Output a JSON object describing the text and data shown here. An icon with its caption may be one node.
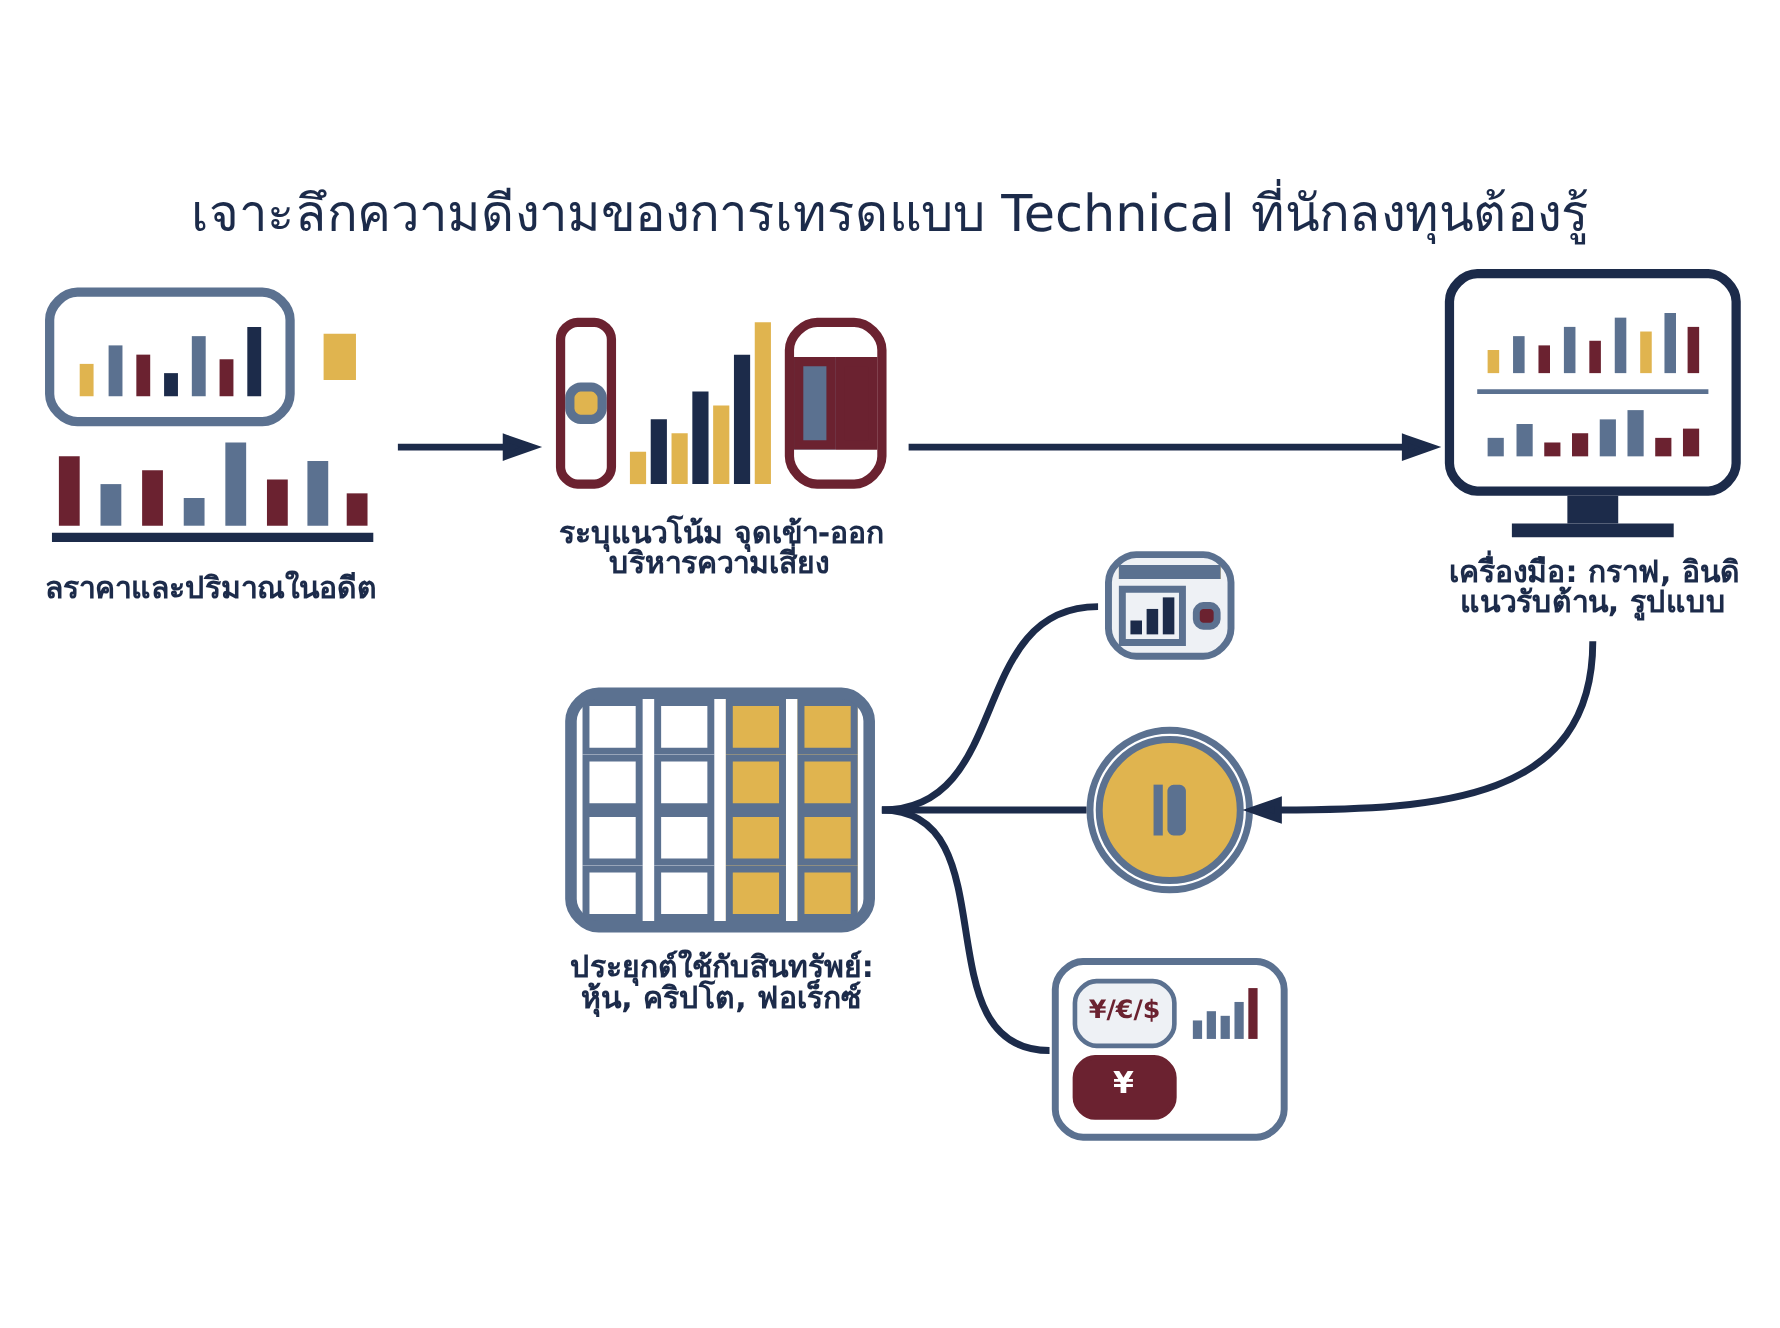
{
  "diagram": {
    "title": "เจาะลึกความดีงามของการเทรดแบบ Technical ที่นักลงทุนต้องรู้",
    "nodes": [
      {
        "text": [],
        "shape": "picture",
        "beside": [
          "ลราคาและปริมาณในอดีต"
        ]
      },
      {
        "text": [],
        "shape": "picture",
        "beside": [
          "ระบุแนวโน้ม จุดเข้า-ออก บริหารความเสี่ยง"
        ]
      },
      {
        "text": [],
        "shape": "picture",
        "beside": [
          "เครื่องมือ: กราฟ, อินดิ แนวรับต้าน, รูปแบบ"
        ]
      },
      {
        "text": [],
        "shape": "picture",
        "beside": [
          "ประยุกต์ใช้กับสินทรัพย์: หุ้น, คริปโต, ฟอเร็กซ์"
        ]
      },
      {
        "text": [],
        "shape": "picture"
      },
      {
        "text": [],
        "shape": "picture"
      },
      {
        "text": [
          "¥/€/$",
          "¥"
        ]
      }
    ],
    "edges": [
      {
        "from": 0,
        "to": 1,
        "arrow": "to"
      },
      {
        "from": 1,
        "to": 2,
        "arrow": "to"
      },
      {
        "from": 2,
        "to": 5,
        "arrow": "to"
      },
      {
        "from": 3,
        "to": 4,
        "arrow": "none"
      },
      {
        "from": 3,
        "to": 5,
        "arrow": "none"
      },
      {
        "from": 3,
        "to": 6,
        "arrow": "none"
      }
    ]
  }
}
